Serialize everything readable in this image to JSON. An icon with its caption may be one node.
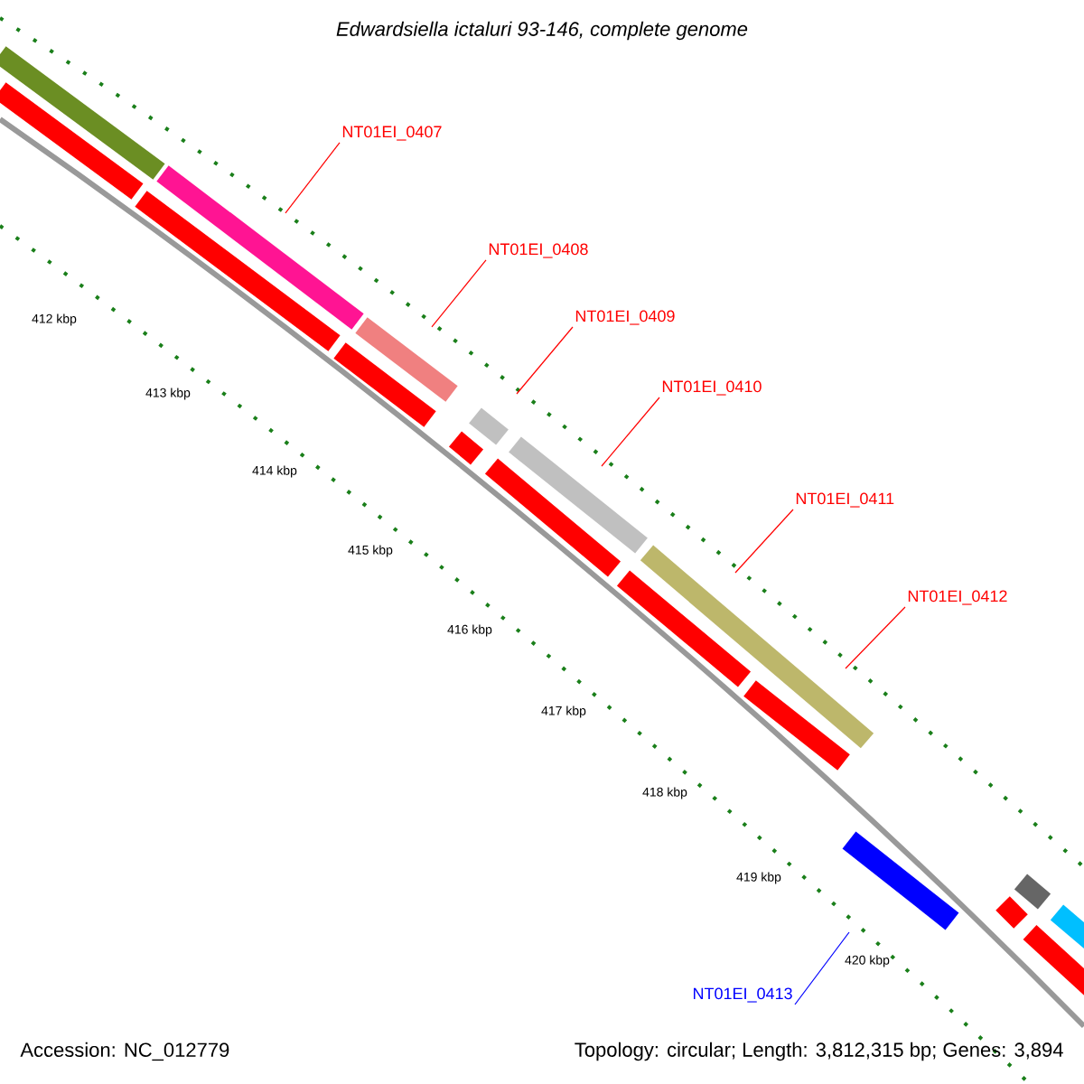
{
  "diagram": {
    "title": "Edwardsiella ictaluri 93-146, complete genome",
    "nodes": [
      {
        "text": [
          "NT01EI_0407"
        ]
      },
      {
        "text": [
          "NT01EI_0408"
        ]
      },
      {
        "text": [
          "NT01EI_0409"
        ]
      },
      {
        "text": [
          "NT01EI_0410"
        ]
      },
      {
        "text": [
          "NT01EI_0411"
        ]
      },
      {
        "text": [
          "NT01EI_0412"
        ]
      },
      {
        "text": [
          "NT01EI_0413"
        ]
      }
    ],
    "edges": [
      {
        "from": 0,
        "to": null,
        "arrow": "none"
      },
      {
        "from": 1,
        "to": null,
        "arrow": "none"
      },
      {
        "from": 2,
        "to": null,
        "arrow": "none"
      },
      {
        "from": 3,
        "to": null,
        "arrow": "none"
      },
      {
        "from": 4,
        "to": null,
        "arrow": "none"
      },
      {
        "from": 5,
        "to": null,
        "arrow": "none"
      },
      {
        "from": 6,
        "to": null,
        "arrow": "none",
        "color": "#0000ff"
      }
    ],
    "labels": [
      "412 kbp",
      "413 kbp",
      "414 kbp",
      "415 kbp",
      "416 kbp",
      "417 kbp",
      "418 kbp",
      "419 kbp",
      "420 kbp",
      "Accession: NC_012779",
      "Topology: circular; Length: 3,812,315 bp; Genes: 3,894"
    ]
  }
}
